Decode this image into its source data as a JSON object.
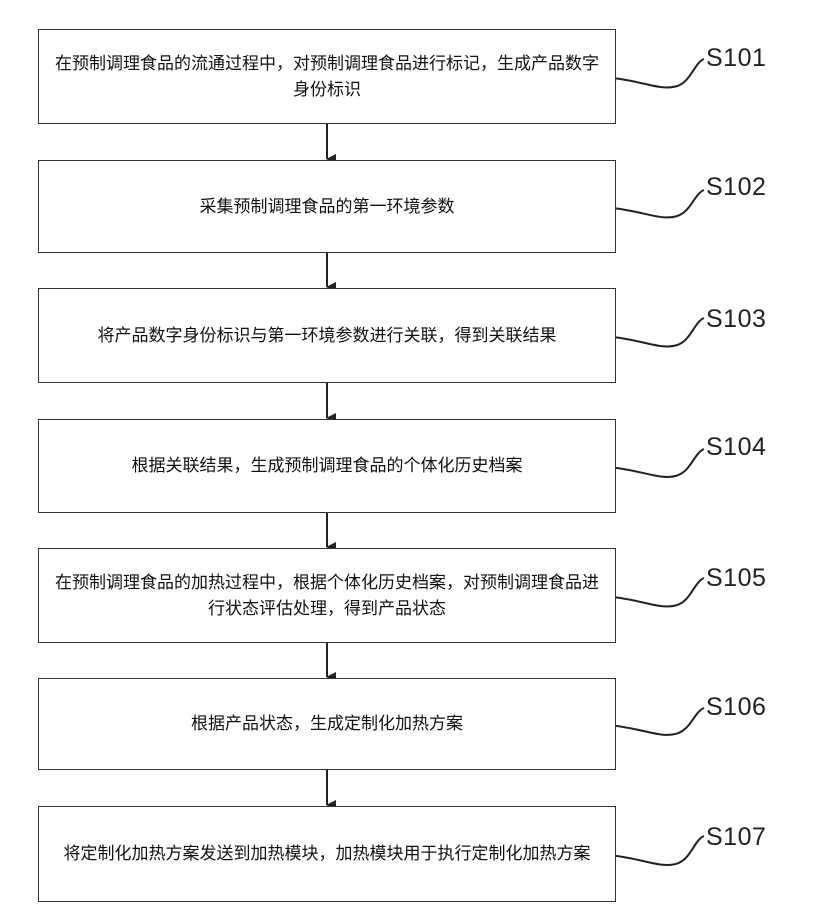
{
  "steps": [
    {
      "id": "S101",
      "text": "在预制调理食品的流通过程中，对预制调理食品进行标记，生成产品数字身份标识"
    },
    {
      "id": "S102",
      "text": "采集预制调理食品的第一环境参数"
    },
    {
      "id": "S103",
      "text": "将产品数字身份标识与第一环境参数进行关联，得到关联结果"
    },
    {
      "id": "S104",
      "text": "根据关联结果，生成预制调理食品的个体化历史档案"
    },
    {
      "id": "S105",
      "text": "在预制调理食品的加热过程中，根据个体化历史档案，对预制调理食品进行状态评估处理，得到产品状态"
    },
    {
      "id": "S106",
      "text": "根据产品状态，生成定制化加热方案"
    },
    {
      "id": "S107",
      "text": "将定制化加热方案发送到加热模块，加热模块用于执行定制化加热方案"
    }
  ]
}
